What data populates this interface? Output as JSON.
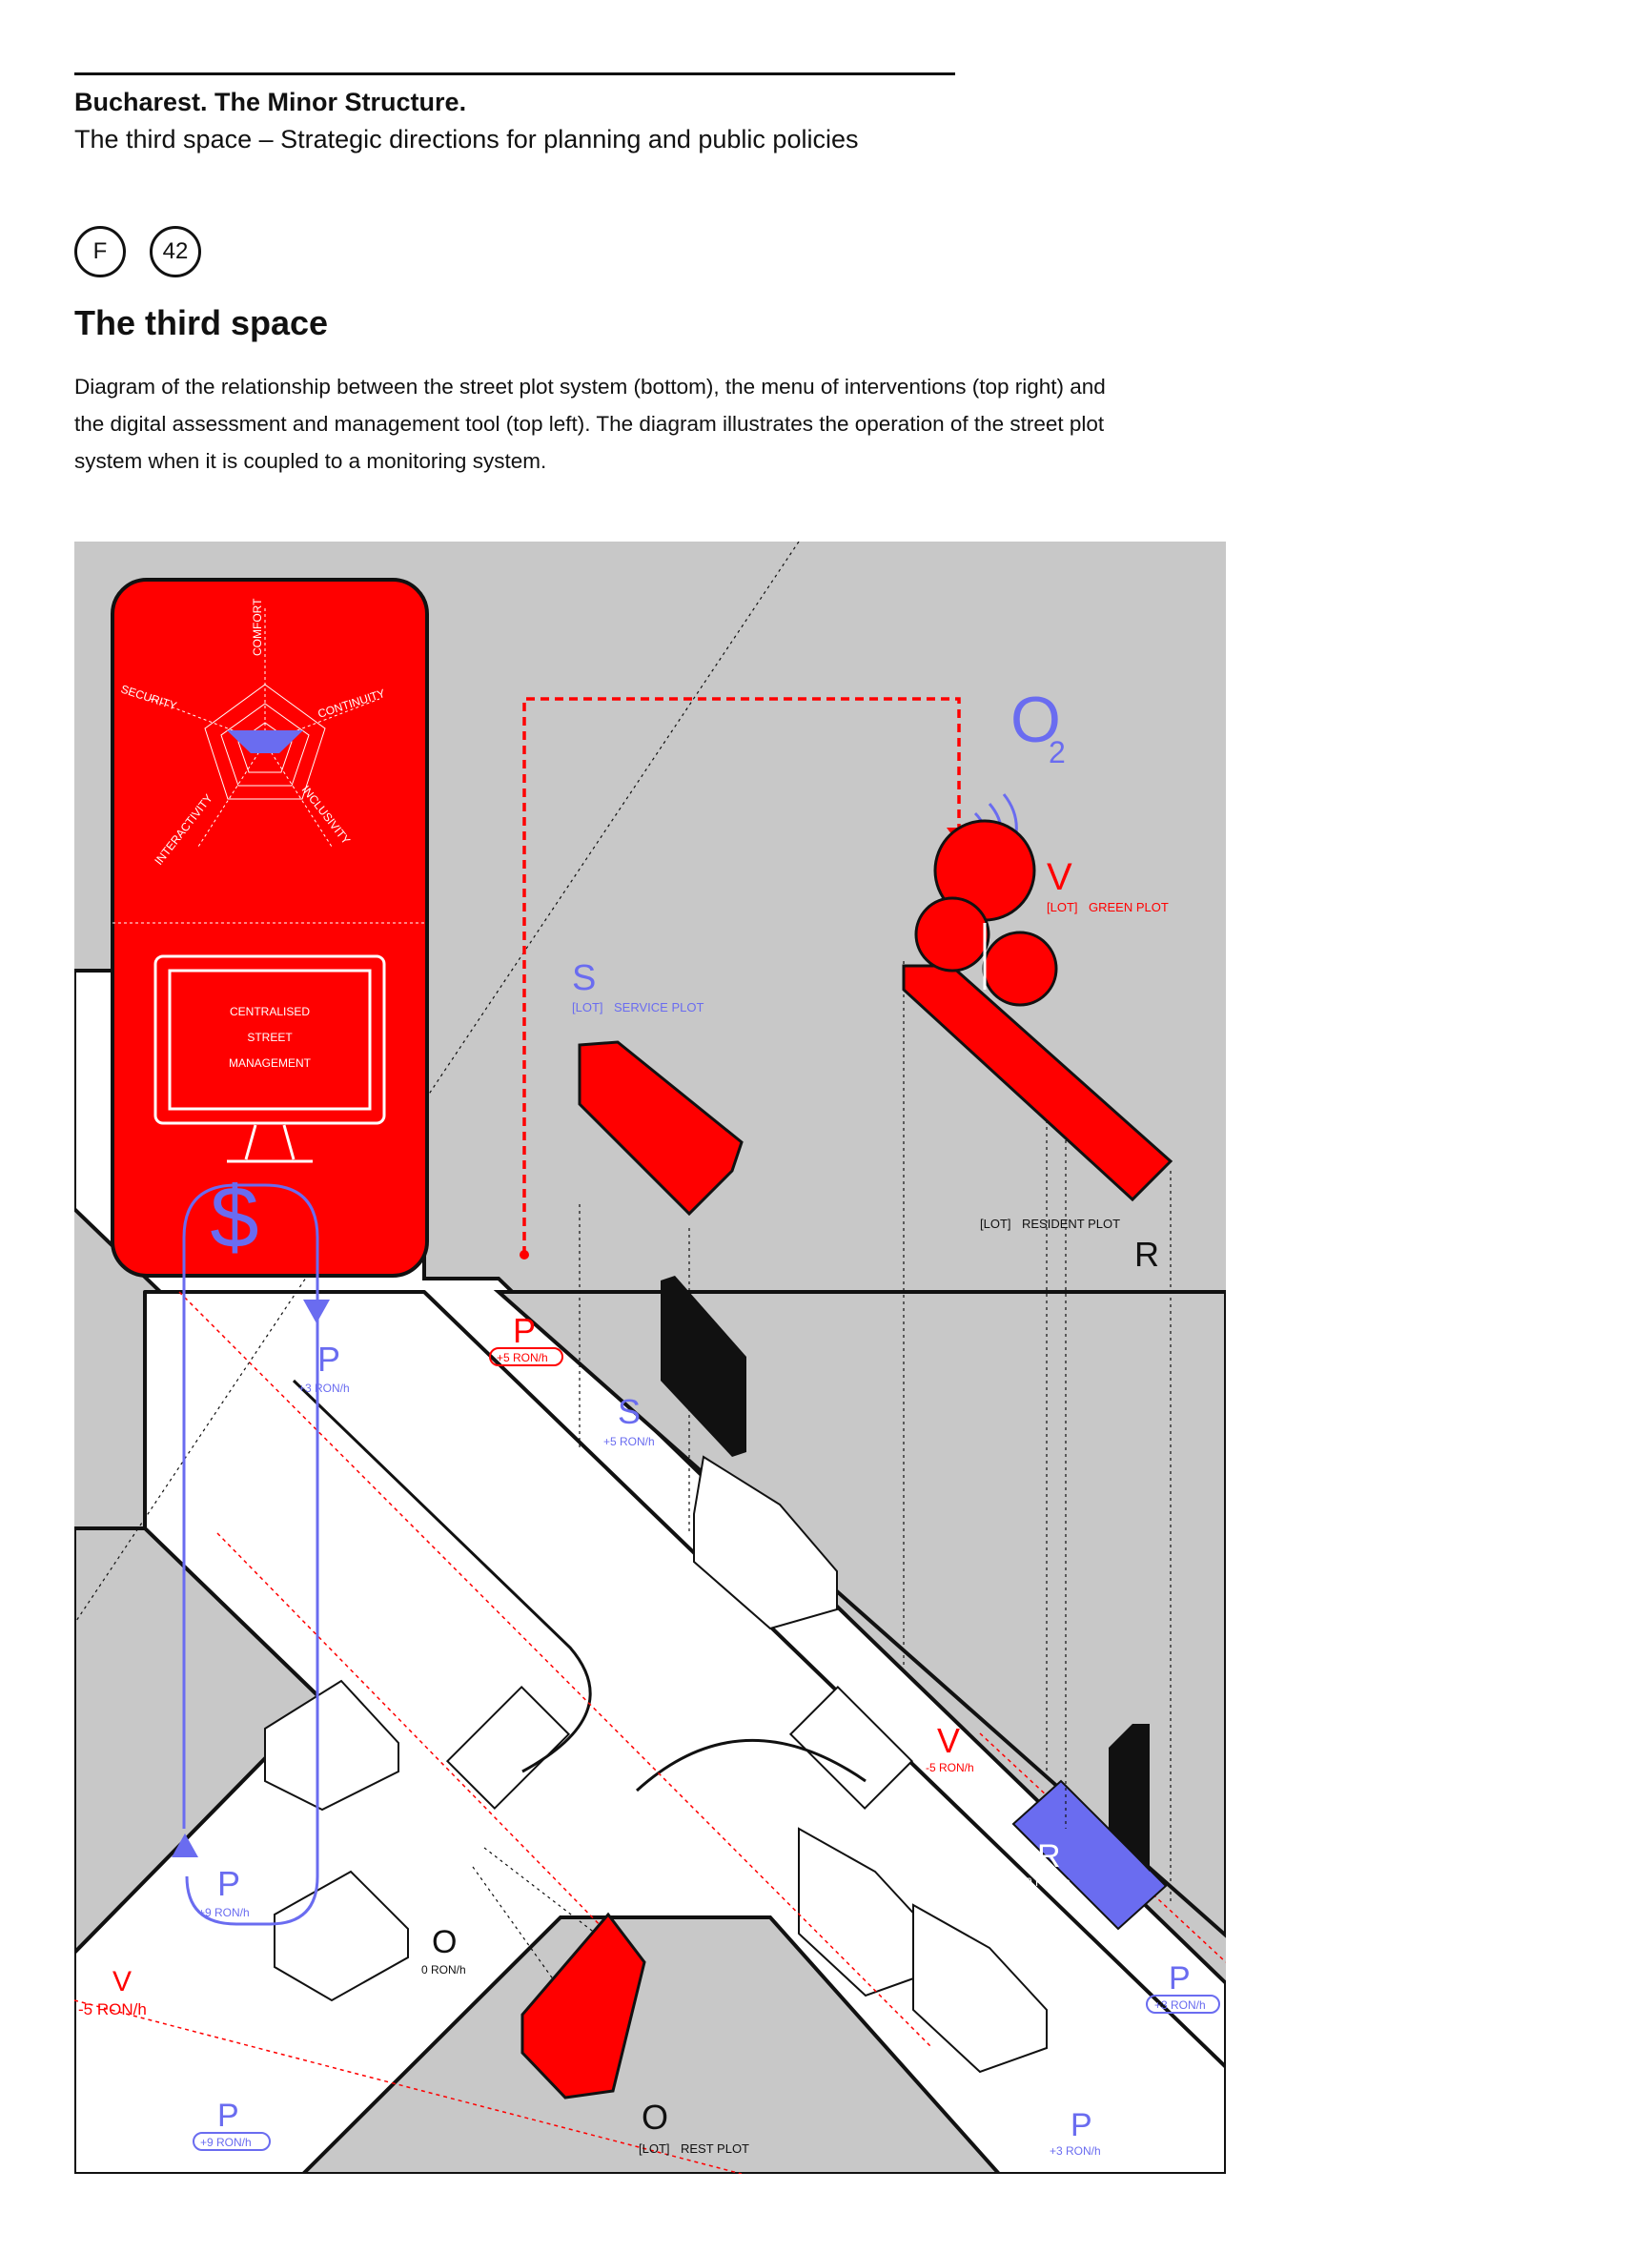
{
  "header": {
    "title": "Bucharest. The Minor Structure.",
    "subtitle": "The third space – Strategic directions for planning and public policies"
  },
  "badges": {
    "section": "F",
    "page": "42"
  },
  "figure": {
    "title": "The third space",
    "caption": "Diagram of the relationship between the street plot system (bottom), the menu of interventions (top right) and the digital assessment and management tool (top left). The diagram illustrates the operation of the street plot system when it is coupled to a monitoring system."
  },
  "diagram": {
    "radar_axes": [
      "COMFORT",
      "CONTINUITY",
      "INCLUSIVITY",
      "INTERACTIVITY",
      "SECURITY"
    ],
    "monitor_text": [
      "CENTRALISED",
      "STREET",
      "MANAGEMENT"
    ],
    "currency_symbol": "$",
    "oxygen": {
      "letter": "O",
      "sub": "2"
    },
    "plots": {
      "service": {
        "letter": "S",
        "prefix": "[LOT]",
        "label": "SERVICE PLOT"
      },
      "green": {
        "letter": "V",
        "prefix": "[LOT]",
        "label": "GREEN PLOT"
      },
      "resident": {
        "letter": "R",
        "prefix": "[LOT]",
        "label": "RESIDENT PLOT"
      },
      "rest": {
        "letter": "O",
        "prefix": "[LOT]",
        "label": "REST PLOT"
      }
    },
    "street_labels": [
      {
        "letter": "P",
        "price": "+5 RON/h"
      },
      {
        "letter": "P",
        "price": "+3 RON/h"
      },
      {
        "letter": "S",
        "price": "+5 RON/h"
      },
      {
        "letter": "V",
        "price": "-5 RON/h"
      },
      {
        "letter": "R",
        "price": "0 RON/h"
      },
      {
        "letter": "P",
        "price": "+3 RON/h"
      },
      {
        "letter": "P",
        "price": "+3 RON/h"
      },
      {
        "letter": "P",
        "price": "+9 RON/h"
      },
      {
        "letter": "O",
        "price": "0 RON/h"
      },
      {
        "letter": "V",
        "price": "-5 RON/h"
      },
      {
        "letter": "P",
        "price": "+9 RON/h"
      }
    ],
    "colors": {
      "red": "#ff0000",
      "blue": "#6a6cf0",
      "panel": "#c8c8c8",
      "road": "#ffffff"
    }
  }
}
